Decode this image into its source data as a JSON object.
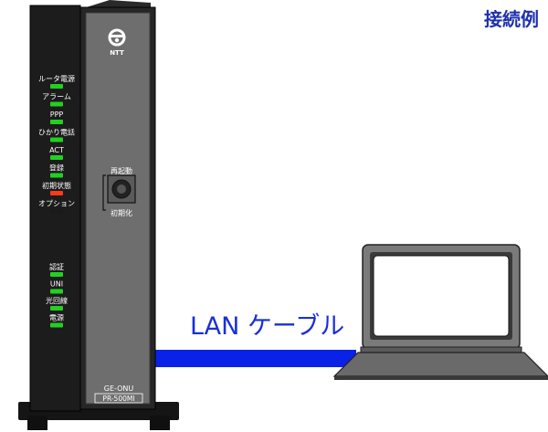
{
  "title": "接続例",
  "cable_label": "LAN ケーブル",
  "router": {
    "logo_text": "NTT",
    "model_line1": "GE-ONU",
    "model_line2": "PR-500MI",
    "button_top": "再起動",
    "button_bottom": "初期化",
    "leds_upper": [
      {
        "label": "ルータ電源",
        "color": "#22d022"
      },
      {
        "label": "アラーム",
        "color": "#22d022"
      },
      {
        "label": "PPP",
        "color": "#22d022"
      },
      {
        "label": "ひかり電話",
        "color": "#22d022"
      },
      {
        "label": "ACT",
        "color": "#22d022"
      },
      {
        "label": "登録",
        "color": "#22d022"
      },
      {
        "label": "初期状態",
        "color": "#ff3a1a"
      },
      {
        "label": "オプション",
        "color": "#1a1a1a"
      }
    ],
    "leds_lower": [
      {
        "label": "認証",
        "color": "#22d022"
      },
      {
        "label": "UNI",
        "color": "#22d022"
      },
      {
        "label": "光回線",
        "color": "#22d022"
      },
      {
        "label": "電源",
        "color": "#22d022"
      }
    ]
  },
  "colors": {
    "title": "#1e2fae",
    "cable": "#0a22e6",
    "cable_label": "#1a2fd6",
    "router_body": "#1c1c1c",
    "router_panel": "#6e6e6e",
    "laptop_frame": "#7a7a7a"
  }
}
